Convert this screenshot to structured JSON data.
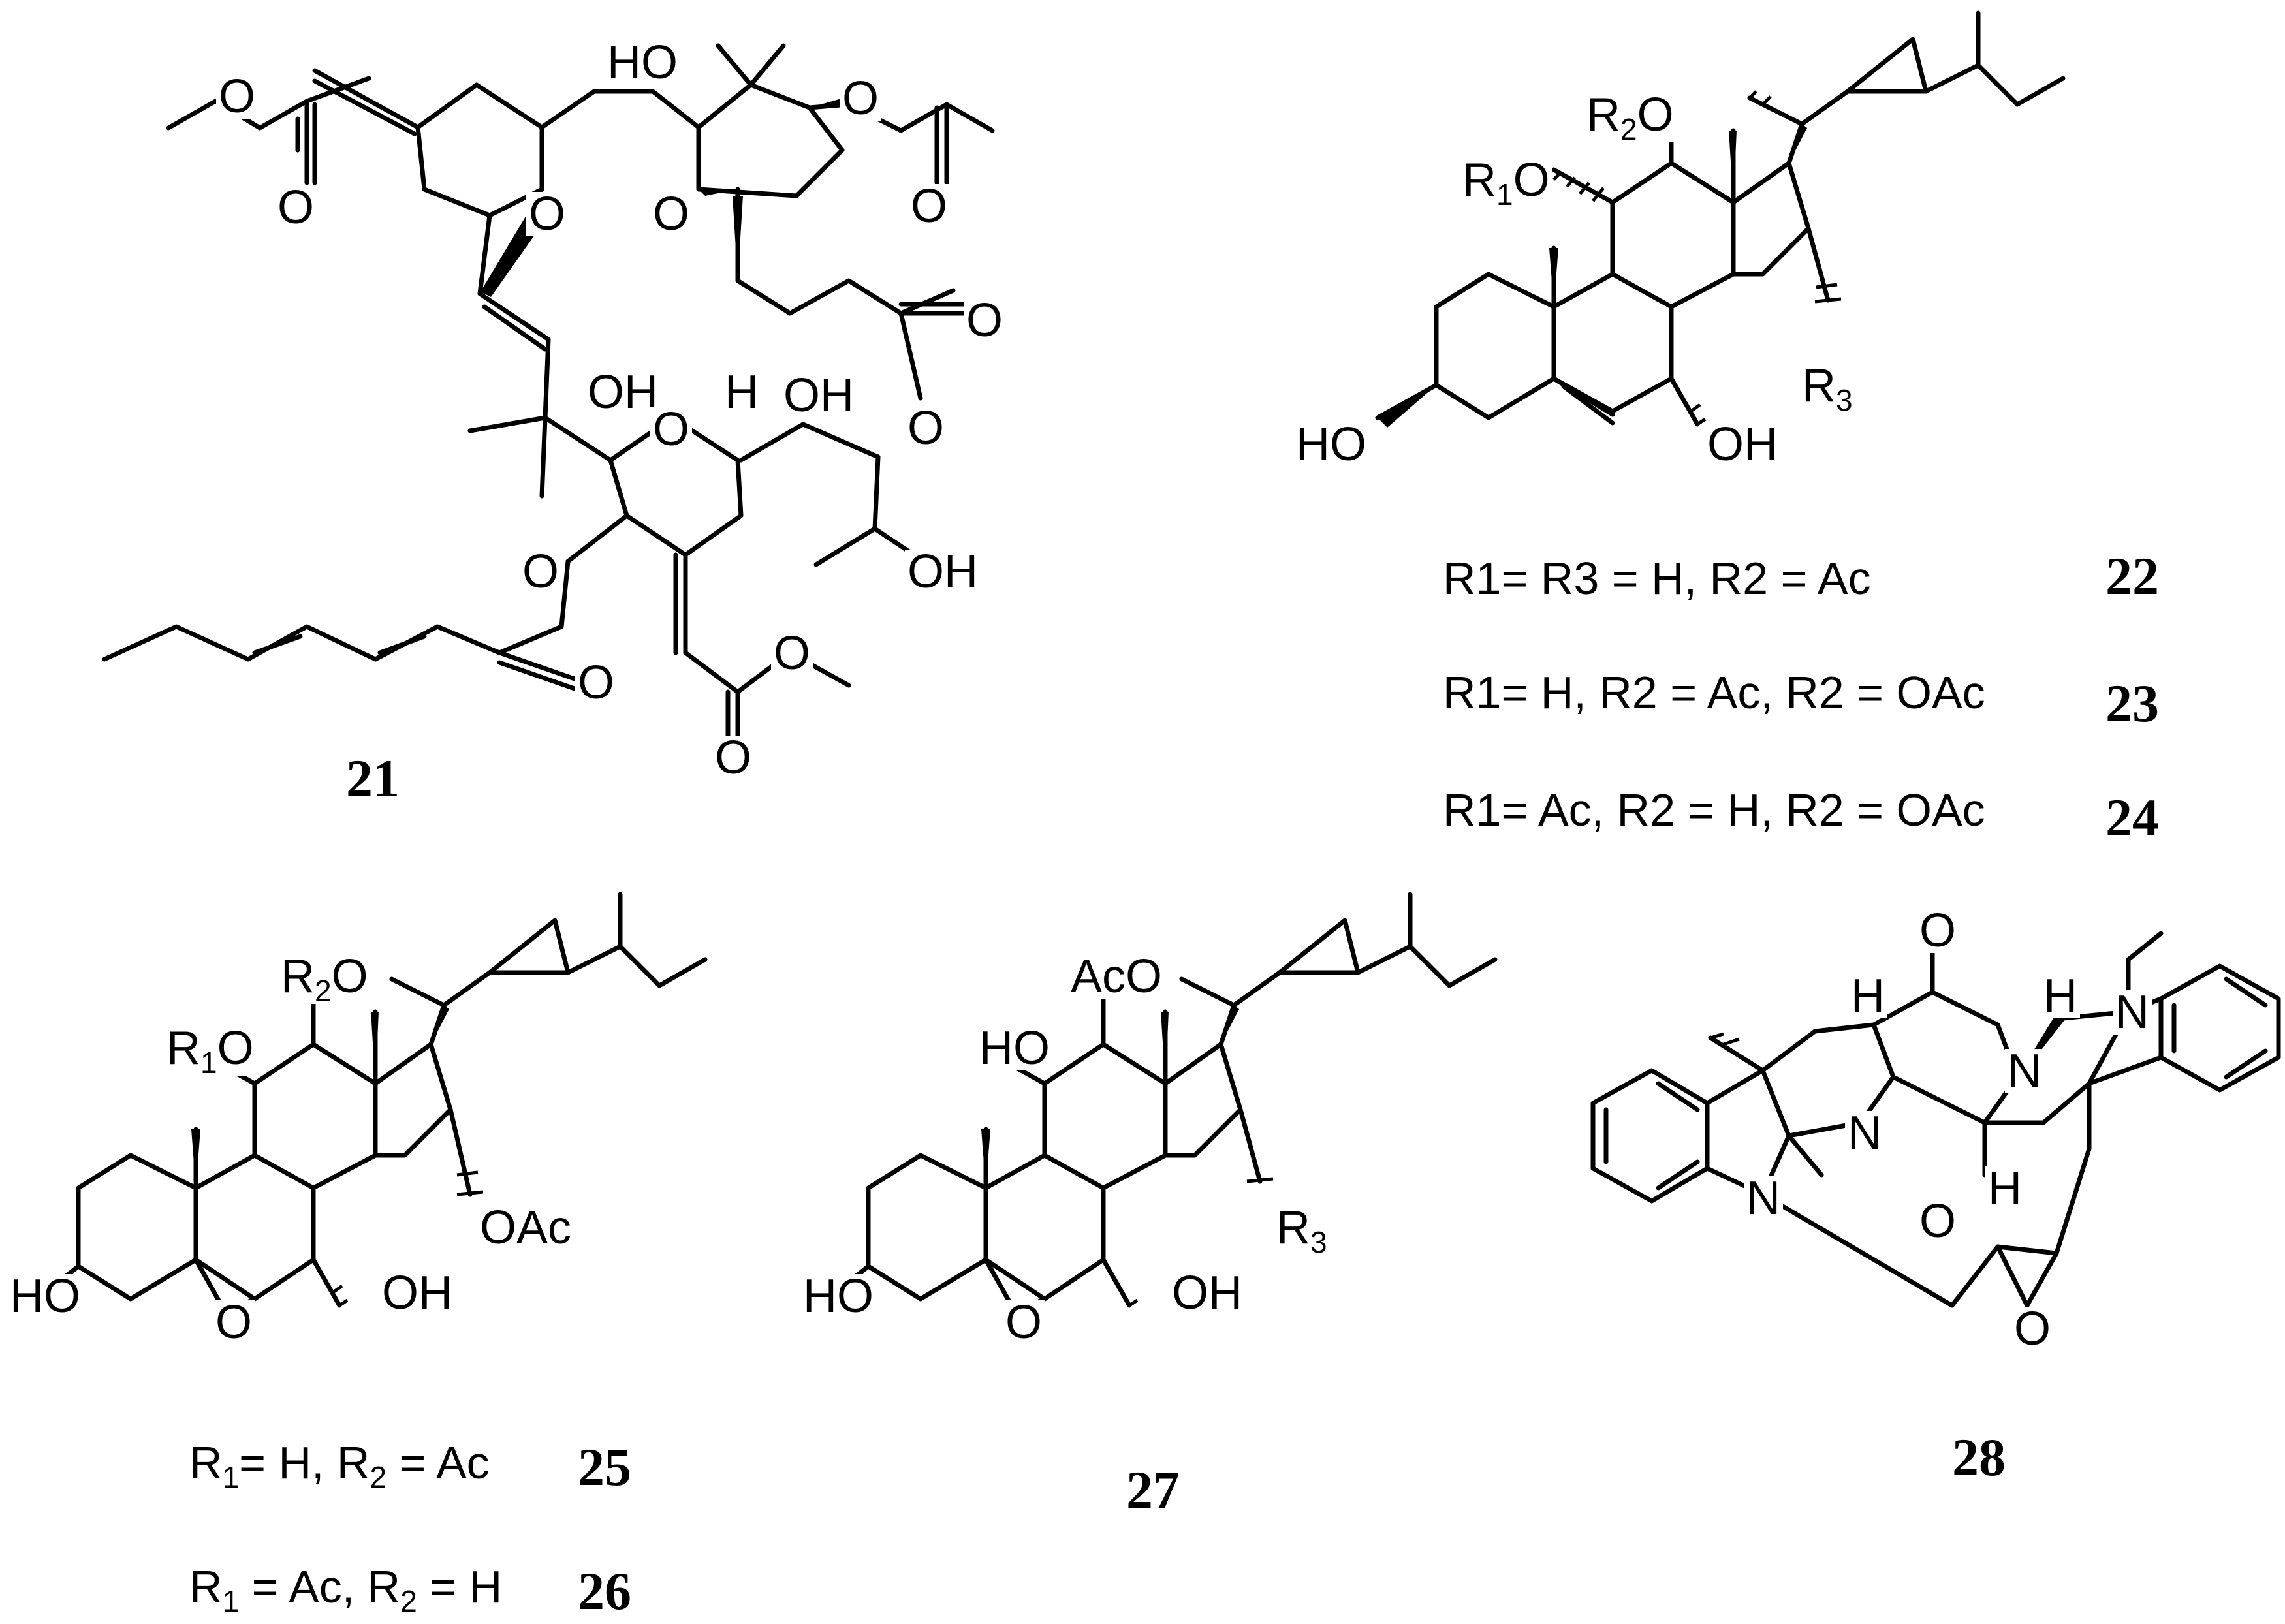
{
  "compounds": {
    "c21": {
      "number": "21",
      "labels": {
        "o_ring_a": "O",
        "o_ring_b": "O",
        "o_ring_c": "O",
        "o_ester_a_carbonyl": "O",
        "o_ester_a_link": "O",
        "o_acetate_link": "O",
        "o_acetate_carbonyl": "O",
        "o_lactone_carbonyl": "O",
        "o_lactone_link": "O",
        "o_octadienoate_link": "O",
        "o_octadienoate_carbonyl": "O",
        "o_ester_b_link": "O",
        "o_ester_b_carbonyl": "O",
        "ho_top": "HO",
        "oh_hemiketal": "OH",
        "h_ring_c": "H",
        "oh_side": "OH",
        "oh_terminal": "OH"
      }
    },
    "c22_24": {
      "labels": {
        "r2o": {
          "a": "R",
          "sub": "2",
          "b": "O"
        },
        "r1o": {
          "a": "R",
          "sub": "1",
          "b": "O"
        },
        "ho": "HO",
        "oh": "OH",
        "r3": {
          "a": "R",
          "sub": "3"
        }
      },
      "variants": [
        {
          "definition": "R1= R3 = H, R2 = Ac",
          "number": "22"
        },
        {
          "definition": "R1= H, R2 = Ac, R2 = OAc",
          "number": "23"
        },
        {
          "definition": "R1= Ac, R2 = H, R2 = OAc",
          "number": "24"
        }
      ]
    },
    "c25_26": {
      "labels": {
        "r2o": {
          "a": "R",
          "sub": "2",
          "b": "O"
        },
        "r1o": {
          "a": "R",
          "sub": "1",
          "b": "O"
        },
        "ho": "HO",
        "oh": "OH",
        "epoxide_o": "O",
        "oac": "OAc"
      },
      "variants": [
        {
          "d1": "R",
          "s1": "1",
          "d2": "= H, R",
          "s2": "2",
          "d3": " = Ac",
          "number": "25"
        },
        {
          "d1": "R",
          "s1": "1",
          "d2": " = Ac, R",
          "s2": "2",
          "d3": " = H",
          "number": "26"
        }
      ]
    },
    "c27": {
      "number": "27",
      "labels": {
        "aco": "AcO",
        "ho_upper": "HO",
        "ho": "HO",
        "oh": "OH",
        "epoxide_o": "O",
        "r3": {
          "a": "R",
          "sub": "3"
        }
      }
    },
    "c28": {
      "number": "28",
      "labels": {
        "o_top": "O",
        "o_bottom": "O",
        "o_epoxide": "O",
        "n_indoline_right": "N",
        "n_dkp_right": "N",
        "n_dkp_left": "N",
        "n_indoline_left": "N",
        "h_top_left": "H",
        "h_top_right": "H",
        "h_bottom": "H"
      }
    }
  }
}
